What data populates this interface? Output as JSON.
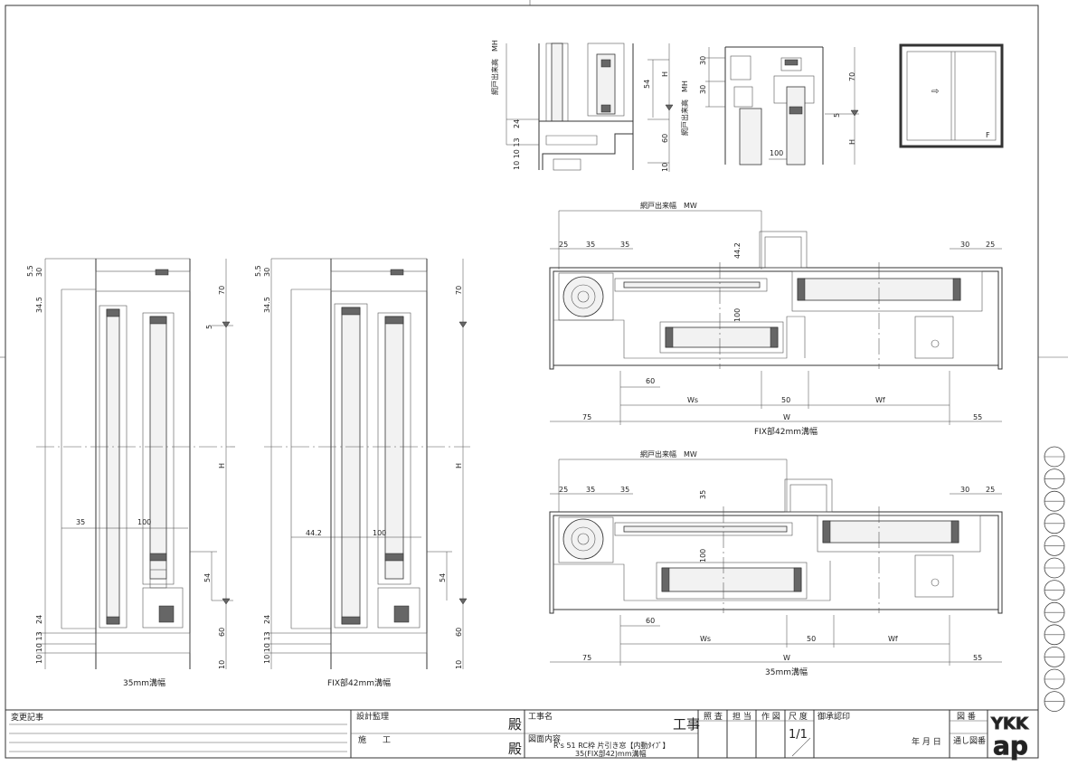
{
  "details": {
    "top_left": {
      "labels": {
        "mh": "網戸出来高　MH",
        "h": "H",
        "d54": "54",
        "d24": "24",
        "d60": "60",
        "d10b": "10",
        "d10_13": "10 10 13"
      }
    },
    "top_mid": {
      "labels": {
        "mh": "網戸出来高　MH",
        "h": "H",
        "d30a": "30",
        "d30b": "30",
        "d70": "70",
        "d5": "5",
        "d100": "100"
      }
    },
    "icon_window": {
      "arrow": "⇨",
      "f": "F"
    },
    "section_35": {
      "caption": "35mm溝幅",
      "labels": {
        "d5_5": "5.5",
        "d30": "30",
        "d34_5": "34.5",
        "d70": "70",
        "d5": "5",
        "h": "H",
        "d35": "35",
        "d100": "100",
        "d54": "54",
        "d24": "24",
        "d60": "60",
        "d10_13": "10 10 13",
        "d10": "10"
      }
    },
    "section_fix42": {
      "caption": "FIX部42mm溝幅",
      "labels": {
        "d5_5": "5.5",
        "d30": "30",
        "d34_5": "34.5",
        "d70": "70",
        "h": "H",
        "d44_2": "44.2",
        "d100": "100",
        "d54": "54",
        "d24": "24",
        "d60": "60",
        "d10_13": "10 10 13",
        "d10": "10"
      }
    },
    "plan_fix42": {
      "caption": "FIX部42mm溝幅",
      "labels": {
        "mw": "網戸出来幅　MW",
        "d25a": "25",
        "d35a": "35",
        "d35b": "35",
        "d44_2": "44.2",
        "d30": "30",
        "d25b": "25",
        "d100": "100",
        "d60": "60",
        "ws": "Ws",
        "d50": "50",
        "wf": "Wf",
        "d75": "75",
        "w": "W",
        "d55": "55"
      }
    },
    "plan_35": {
      "caption": "35mm溝幅",
      "labels": {
        "mw": "網戸出来幅　MW",
        "d25a": "25",
        "d35a": "35",
        "d35b": "35",
        "d35c": "35",
        "d30": "30",
        "d25b": "25",
        "d100": "100",
        "d60": "60",
        "ws": "Ws",
        "d50": "50",
        "wf": "Wf",
        "d75": "75",
        "w": "W",
        "d55": "55"
      }
    }
  },
  "title_block": {
    "change_record": "変更記事",
    "design_supervision": "設計監理",
    "construction": "施　　工",
    "dono1": "殿",
    "dono2": "殿",
    "project_name_label": "工事名",
    "project_suffix": "工事",
    "drawing_content_label": "図面内容",
    "drawing_content_line1": "R's 51 RC枠 片引き窓【内動ﾀｲﾌﾟ】",
    "drawing_content_line2": "35(FIX部42)mm溝幅",
    "check": "照 査",
    "charge": "担 当",
    "drawn": "作 図",
    "scale_label": "尺 度",
    "scale_value": "1/1",
    "approval": "御承認印",
    "date": "年 月 日",
    "drawing_number_label": "図 番",
    "drawing_number_value": "通し図番",
    "logo_top": "YKK",
    "logo_bottom": "ap"
  },
  "margin_circles": 12
}
